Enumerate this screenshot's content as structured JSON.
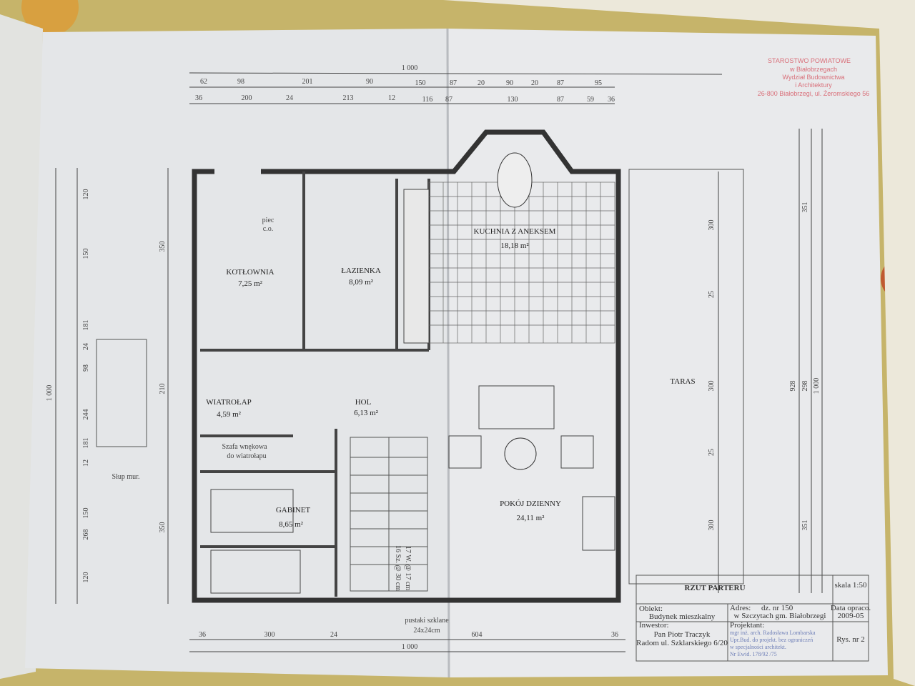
{
  "sheet_title": "RZUT PARTERU",
  "scale": "skala 1:50",
  "rooms": [
    {
      "name": "KOTŁOWNIA",
      "area": "7,25 m²"
    },
    {
      "name": "ŁAZIENKA",
      "area": "8,09 m²"
    },
    {
      "name": "KUCHNIA Z ANEKSEM",
      "area": "18,18 m²"
    },
    {
      "name": "WIATROŁAP",
      "area": "4,59 m²"
    },
    {
      "name": "HOL",
      "area": "6,13 m²"
    },
    {
      "name": "GABINET",
      "area": "8,65 m²"
    },
    {
      "name": "POKÓJ DZIENNY",
      "area": "24,11 m²"
    },
    {
      "name": "TARAS",
      "area": ""
    }
  ],
  "notes": {
    "boiler": "piec",
    "boiler2": "c.o.",
    "wardrobe1": "Szafa wnękowa",
    "wardrobe2": "do wiatrołapu",
    "column": "Słup mur.",
    "glass1": "pustaki szklane",
    "glass2": "24x24cm",
    "stairs1": "17 W. @ 17 cm",
    "stairs2": "16 Sz. @ 30 cm"
  },
  "dims_top_total": "1 000",
  "dims_top_row1": [
    "62",
    "98",
    "201",
    "90",
    "150",
    "87",
    "20",
    "90",
    "20",
    "87",
    "95"
  ],
  "dims_top_row2": [
    "36",
    "200",
    "24",
    "213",
    "12",
    "116",
    "87",
    "130",
    "87",
    "59",
    "36"
  ],
  "dims_bottom": [
    "36",
    "300",
    "24",
    "604",
    "36"
  ],
  "dims_bottom_total": "1 000",
  "dims_left_outer": [
    "120",
    "150",
    "181",
    "24",
    "98",
    "244",
    "181",
    "12",
    "150",
    "268",
    "120"
  ],
  "dims_left_total": "1 000",
  "dims_left_inner": [
    "350",
    "210",
    "350"
  ],
  "dims_right": [
    "300",
    "25",
    "300",
    "25",
    "300"
  ],
  "dims_right_outer": [
    "351",
    "298",
    "351",
    "928",
    "1 000"
  ],
  "title_block": {
    "object_label": "Obiekt:",
    "object": "Budynek mieszkalny",
    "address_label": "Adres:",
    "address1": "dz. nr 150",
    "address2": "w Szczytach gm. Białobrzegi",
    "date_label": "Data opraco.",
    "date": "2009-05",
    "investor_label": "Inwestor:",
    "investor1": "Pan Piotr Traczyk",
    "investor2": "Radom ul. Szklarskiego 6/20",
    "designer_label": "Projektant:",
    "designer1": "mgr inż. arch. Radosława Lombarska",
    "designer2": "Upr.Bud. do projekt. bez ograniczeń",
    "designer3": "w specjalności architekt.",
    "designer4": "Nr Ewid. 178/92 /75",
    "sheet_no": "Rys. nr 2"
  },
  "stamp": [
    "STAROSTWO POWIATOWE",
    "w Białobrzegach",
    "Wydział Budownictwa",
    "i Architektury",
    "26-800 Białobrzegi, ul. Żeromskiego 56"
  ],
  "colors": {
    "paper": "#e6e8ea",
    "ink": "#3a3a3a",
    "stamp": "#d9707a",
    "table": "#c9b66a"
  }
}
